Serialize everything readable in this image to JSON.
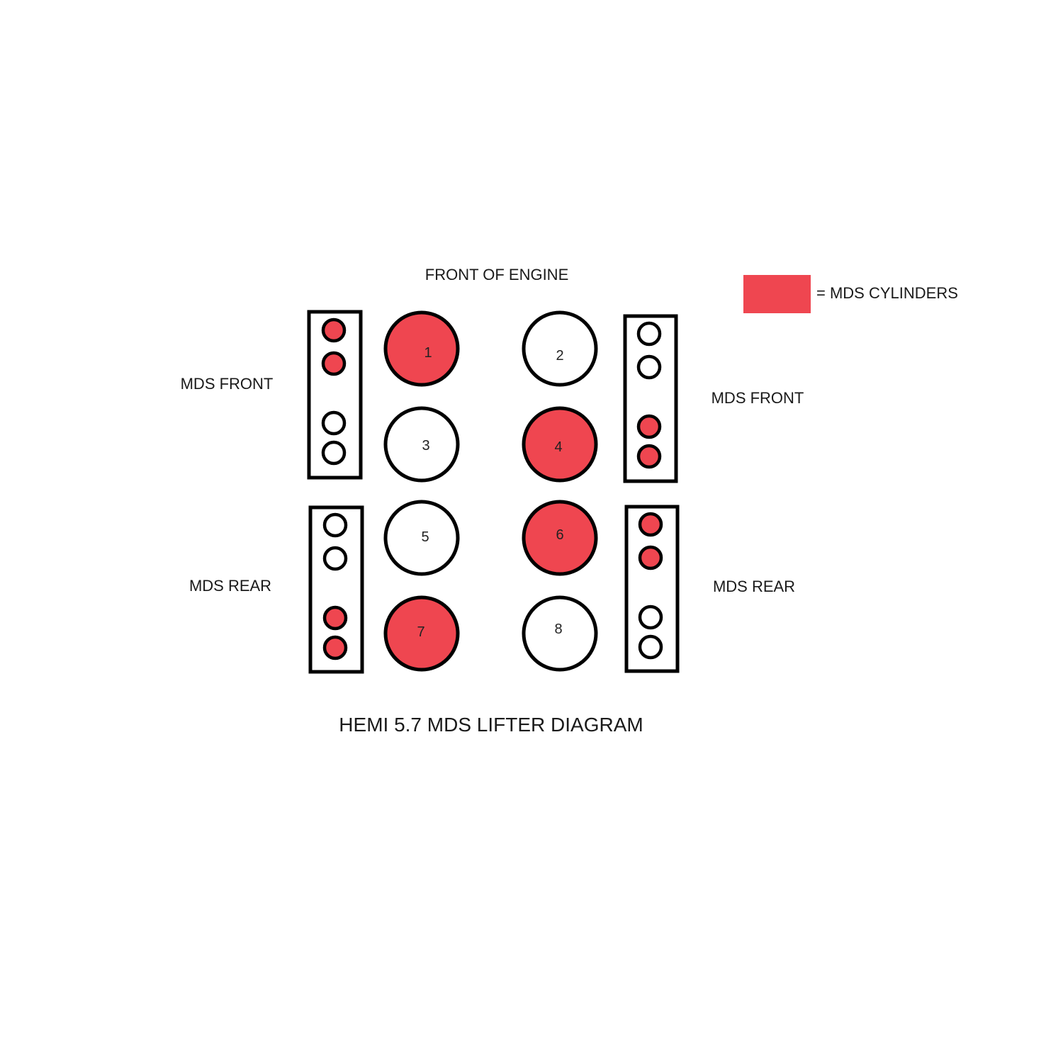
{
  "title": "HEMI 5.7 MDS LIFTER DIAGRAM",
  "front_label": "FRONT OF ENGINE",
  "legend": {
    "text": "= MDS CYLINDERS",
    "color": "#ef4650"
  },
  "side_labels": {
    "left_front": "MDS FRONT",
    "left_rear": "MDS REAR",
    "right_front": "MDS FRONT",
    "right_rear": "MDS REAR"
  },
  "colors": {
    "mds": "#ef4650",
    "stroke": "#000000",
    "background": "#ffffff"
  },
  "cylinders": [
    {
      "label": "1",
      "mds": true
    },
    {
      "label": "2",
      "mds": false
    },
    {
      "label": "3",
      "mds": false
    },
    {
      "label": "4",
      "mds": true
    },
    {
      "label": "5",
      "mds": false
    },
    {
      "label": "6",
      "mds": true
    },
    {
      "label": "7",
      "mds": true
    },
    {
      "label": "8",
      "mds": false
    }
  ],
  "lifter_groups": [
    {
      "side": "left",
      "position": "front",
      "lifters_mds": [
        true,
        true,
        false,
        false
      ]
    },
    {
      "side": "right",
      "position": "front",
      "lifters_mds": [
        false,
        false,
        true,
        true
      ]
    },
    {
      "side": "left",
      "position": "rear",
      "lifters_mds": [
        false,
        false,
        true,
        true
      ]
    },
    {
      "side": "right",
      "position": "rear",
      "lifters_mds": [
        true,
        true,
        false,
        false
      ]
    }
  ]
}
